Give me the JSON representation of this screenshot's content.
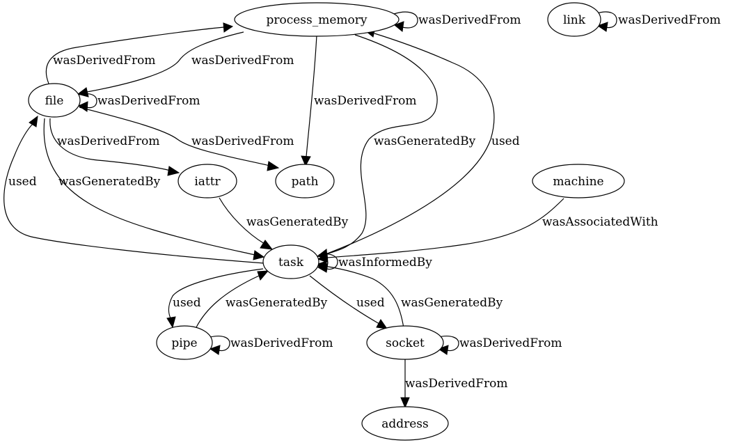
{
  "nodes": {
    "process_memory": "process_memory",
    "link": "link",
    "file": "file",
    "iattr": "iattr",
    "path": "path",
    "machine": "machine",
    "task": "task",
    "pipe": "pipe",
    "socket": "socket",
    "address": "address"
  },
  "edges": {
    "pm_self": "wasDerivedFrom",
    "link_self": "wasDerivedFrom",
    "file_to_pm": "wasDerivedFrom",
    "pm_to_file": "wasDerivedFrom",
    "file_self": "wasDerivedFrom",
    "pm_to_path": "wasDerivedFrom",
    "file_to_iattr": "wasDerivedFrom",
    "file_to_path": "wasDerivedFrom",
    "pm_to_task": "wasGeneratedBy",
    "task_to_pm": "used",
    "task_to_file_used": "used",
    "file_to_task": "wasGeneratedBy",
    "iattr_to_task": "wasGeneratedBy",
    "machine_to_task": "wasAssociatedWith",
    "task_self": "wasInformedBy",
    "task_to_pipe": "used",
    "pipe_to_task": "wasGeneratedBy",
    "task_to_socket": "used",
    "socket_to_task": "wasGeneratedBy",
    "pipe_self": "wasDerivedFrom",
    "socket_self": "wasDerivedFrom",
    "socket_to_address": "wasDerivedFrom"
  }
}
